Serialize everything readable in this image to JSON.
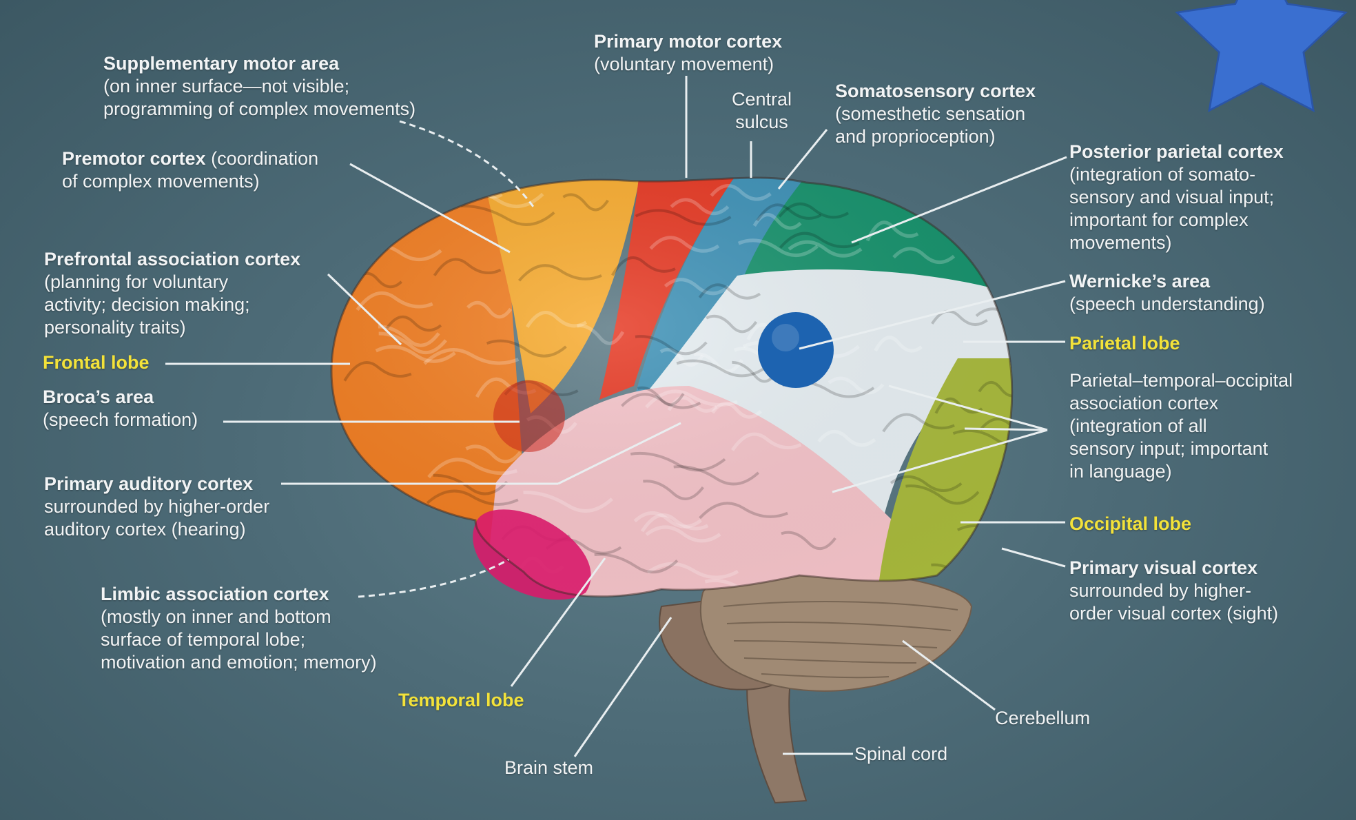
{
  "labels": {
    "supplementary": {
      "name": "Supplementary motor area",
      "desc1": "(on inner surface—not visible;",
      "desc2": "programming of complex movements)"
    },
    "primary_motor": {
      "name": "Primary motor cortex",
      "desc1": "(voluntary movement)"
    },
    "central_sulcus": {
      "line1": "Central",
      "line2": "sulcus"
    },
    "somatosensory": {
      "name": "Somatosensory cortex",
      "desc1": "(somesthetic sensation",
      "desc2": "and proprioception)"
    },
    "premotor": {
      "name": "Premotor cortex",
      "inline": " (coordination",
      "desc1": "of complex movements)"
    },
    "posterior_parietal": {
      "name": "Posterior parietal cortex",
      "desc1": "(integration of somato-",
      "desc2": "sensory and visual input;",
      "desc3": "important for complex",
      "desc4": "movements)"
    },
    "prefrontal": {
      "name": "Prefrontal association cortex",
      "desc1": "(planning for voluntary",
      "desc2": "activity; decision making;",
      "desc3": "personality traits)"
    },
    "wernicke": {
      "name": "Wernicke’s area",
      "desc1": "(speech understanding)"
    },
    "frontal_lobe": "Frontal lobe",
    "parietal_lobe": "Parietal lobe",
    "broca": {
      "name": "Broca’s area",
      "desc1": "(speech formation)"
    },
    "pto": {
      "name1": "Parietal–temporal–occipital",
      "name2": "association cortex",
      "desc1": "(integration of all",
      "desc2": "sensory input; important",
      "desc3": "in language)"
    },
    "primary_auditory": {
      "name": "Primary auditory cortex",
      "desc1": "surrounded by higher-order",
      "desc2": "auditory cortex (hearing)"
    },
    "occipital_lobe": "Occipital lobe",
    "primary_visual": {
      "name": "Primary visual cortex",
      "desc1": "surrounded by higher-",
      "desc2": "order visual cortex (sight)"
    },
    "limbic": {
      "name": "Limbic association cortex",
      "desc1": "(mostly on inner and bottom",
      "desc2": "surface of temporal lobe;",
      "desc3": "motivation and emotion; memory)"
    },
    "temporal_lobe": "Temporal lobe",
    "cerebellum": "Cerebellum",
    "spinal_cord": "Spinal cord",
    "brain_stem": "Brain stem"
  },
  "colors": {
    "background": "#4d6b77",
    "prefrontal": "#f07a1c",
    "premotor": "#f7a92a",
    "primary_motor": "#e5341e",
    "somatosensory": "#3a8fb5",
    "posterior_parietal": "#13906a",
    "wernicke": "#1d63b0",
    "parietal_temporal_occipital": "#e6eef2",
    "auditory_temporal": "#f4c2c8",
    "limbic": "#d81b6a",
    "occipital": "#a7b83a",
    "primary_visual": "#1f5a2c",
    "cerebellum": "#a08a74",
    "brain_stem": "#8a7261",
    "highlight_label": "#f3e23a",
    "star": "#3a6fd0"
  },
  "icons": {
    "corner": "star-icon"
  }
}
